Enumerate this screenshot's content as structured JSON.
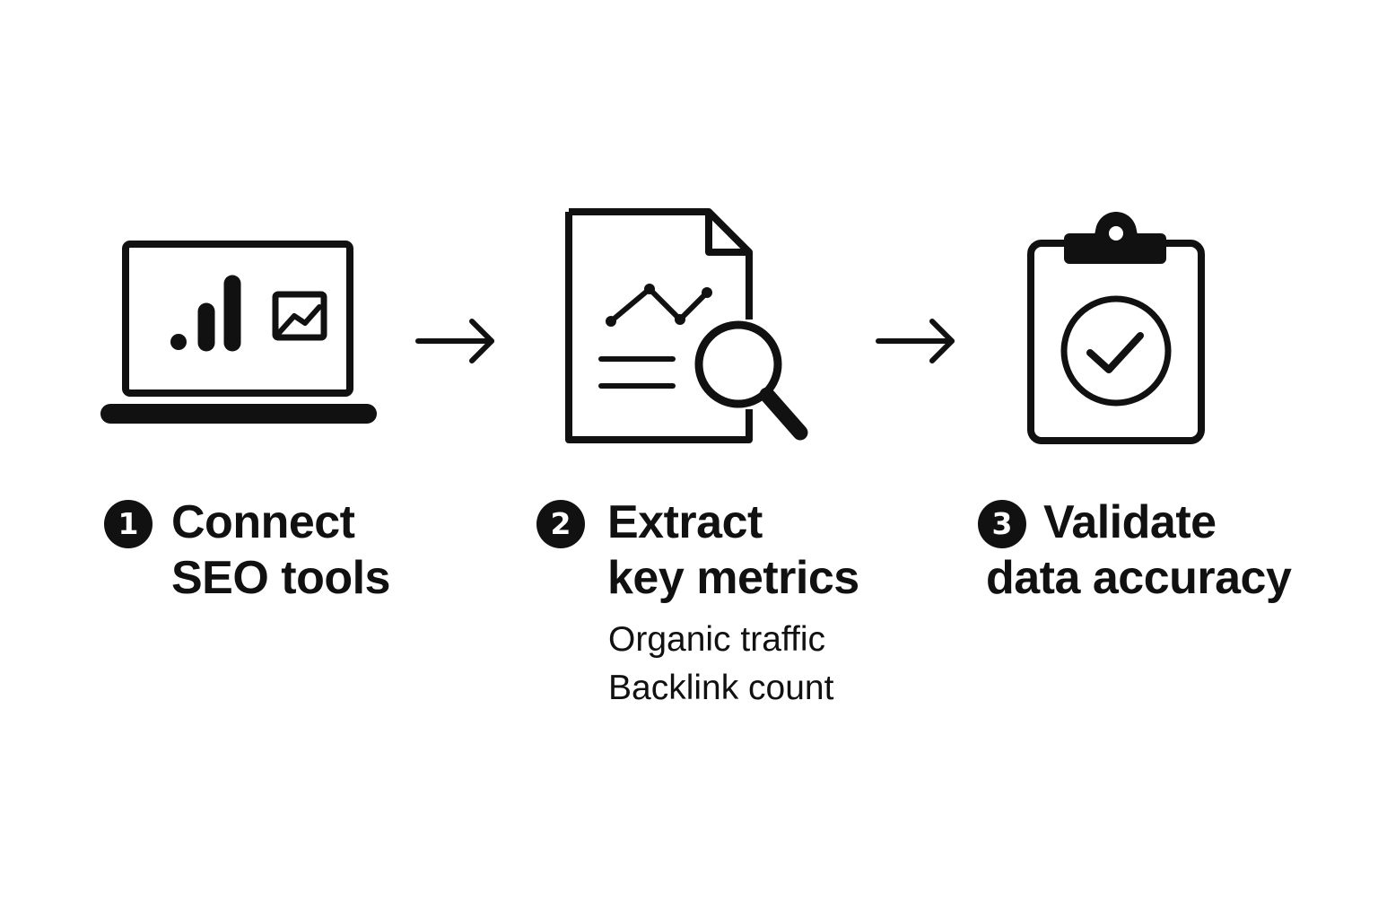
{
  "steps": [
    {
      "number": "1",
      "title_line1": "Connect",
      "title_line2": "SEO tools",
      "icon": "laptop-analytics-icon",
      "details": []
    },
    {
      "number": "2",
      "title_line1": "Extract",
      "title_line2": "key metrics",
      "icon": "document-search-icon",
      "details": [
        "Organic traffic",
        "Backlink count"
      ]
    },
    {
      "number": "3",
      "title_line1": "Validate",
      "title_line2": "data accuracy",
      "icon": "clipboard-check-icon",
      "details": []
    }
  ],
  "connectors": [
    "arrow-right-icon",
    "arrow-right-icon"
  ],
  "colors": {
    "ink": "#111111",
    "background": "#ffffff"
  }
}
